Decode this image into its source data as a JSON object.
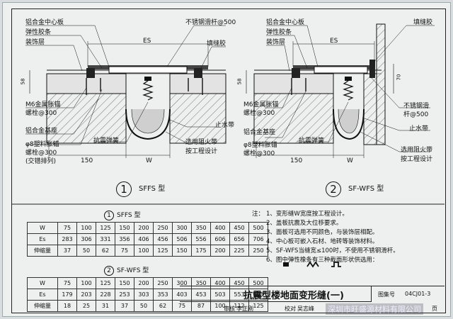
{
  "diagram1": {
    "number": "1",
    "type_label": "SFFS 型",
    "labels": {
      "center_plate": "铝合金中心板",
      "elastic_strip": "弹性胶条",
      "decor_layer": "装饰层",
      "steel_rod": "不锈钢滑杆@500",
      "filler": "填缝胶",
      "anchor": "M6金属胀锚",
      "bolt1": "螺栓@300",
      "base": "铝合金基座",
      "plastic_anchor": "φ8塑料胀锚",
      "bolt2": "螺栓@300",
      "stagger": "(交错排列)",
      "quake_spring": "抗震弹簧",
      "waterstop": "止水带",
      "fire_belt": "选用阻火带",
      "per_design": "按工程设计"
    },
    "dims": {
      "es": "ES",
      "w": "W",
      "d150": "150",
      "d58": "58"
    }
  },
  "diagram2": {
    "number": "2",
    "type_label": "SF-WFS 型",
    "labels": {
      "center_plate": "铝合金中心板",
      "elastic_strip": "弹性胶条",
      "decor_layer": "装饰层",
      "filler": "填缝胶",
      "anchor": "M6金属胀锚",
      "bolt1": "螺栓@300",
      "base": "铝合金基座",
      "plastic_anchor": "φ8塑料胀锚",
      "bolt2": "螺栓@300",
      "steel_rod1": "不锈钢滑",
      "steel_rod2": "杆@500",
      "waterstop": "止水带",
      "quake_spring": "抗震弹簧",
      "fire_belt": "选用阻火带",
      "per_design": "按工程设计"
    },
    "dims": {
      "es": "ES",
      "w": "W",
      "d150": "150",
      "d58": "58",
      "d70": "70"
    }
  },
  "table1": {
    "num": "1",
    "title": "SFFS 型",
    "rows": [
      {
        "h": "W",
        "v": [
          "75",
          "100",
          "125",
          "150",
          "200",
          "250",
          "300",
          "350",
          "400",
          "450",
          "500"
        ]
      },
      {
        "h": "Es",
        "v": [
          "283",
          "306",
          "331",
          "356",
          "406",
          "456",
          "506",
          "556",
          "606",
          "656",
          "706"
        ]
      },
      {
        "h": "伸缩量",
        "v": [
          "37",
          "50",
          "62",
          "75",
          "100",
          "125",
          "150",
          "175",
          "200",
          "225",
          "250"
        ]
      }
    ]
  },
  "table2": {
    "num": "2",
    "title": "SF-WFS 型",
    "rows": [
      {
        "h": "W",
        "v": [
          "75",
          "100",
          "125",
          "150",
          "200",
          "250",
          "300",
          "350",
          "400",
          "450",
          "500"
        ]
      },
      {
        "h": "Es",
        "v": [
          "179",
          "203",
          "228",
          "253",
          "303",
          "353",
          "403",
          "453",
          "503",
          "553",
          "603"
        ]
      },
      {
        "h": "伸缩量",
        "v": [
          "18",
          "25",
          "31",
          "37",
          "50",
          "62",
          "75",
          "87",
          "100",
          "112",
          "125"
        ]
      }
    ]
  },
  "notes": {
    "head": "注：",
    "n1": "1、变形缝W宽度按工程设计。",
    "n2": "2、盖板抗震及大位移要求。",
    "n3": "3、面板可选用不同颜色，与装饰层相配。",
    "n4": "4、中心板可嵌入石材、地砖等装饰材料。",
    "n5": "5、SF-WFS当缝宽≤100时，不使用不锈钢滑杆。",
    "n6": "6、图中弹性橡条有三种截面形状供选用："
  },
  "titleblock": {
    "title": "抗震型楼地面变形缝(一)",
    "atlas_label": "图集号",
    "atlas_no": "04CJ01-3",
    "review_label": "审核",
    "reviewer": "李正刚",
    "check_label": "校对",
    "checker": "吴志峰",
    "page_label": "页",
    "watermark": "深圳市旺盛源材料有限公司"
  }
}
